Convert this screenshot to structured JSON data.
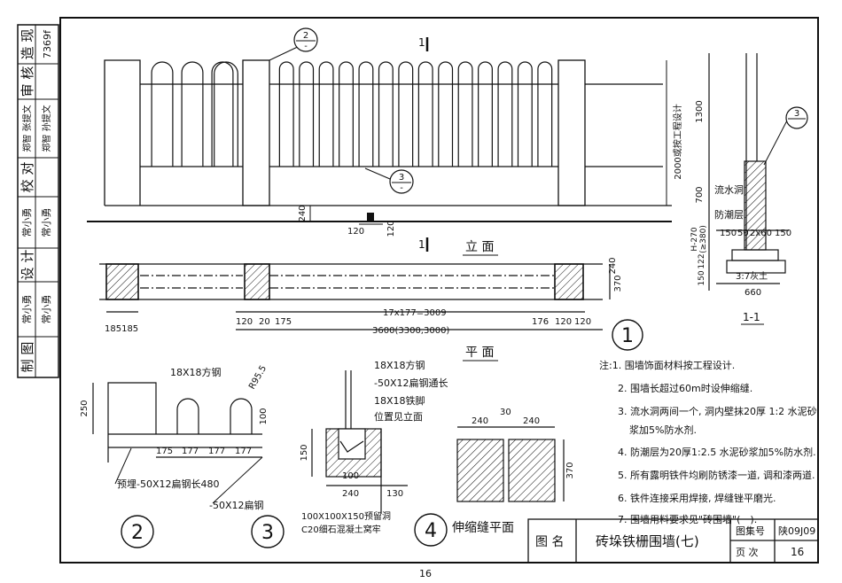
{
  "sidebar": [
    {
      "role": "造 现",
      "sig": "7369f"
    },
    {
      "role": "审 核",
      "sig": ""
    },
    {
      "role": "郑智 张提文",
      "sig": "郑智 孙提文"
    },
    {
      "role": "校 对",
      "sig": ""
    },
    {
      "role": "常小勇",
      "sig": "常小勇"
    },
    {
      "role": "设 计",
      "sig": ""
    },
    {
      "role": "常小勇",
      "sig": "常小勇"
    },
    {
      "role": "制 图",
      "sig": ""
    }
  ],
  "elevation": {
    "title": "立 面",
    "callout_2": "2",
    "callout_3": "3",
    "callout_dash": "-",
    "section_mark": "1",
    "note_vertical": "2000或按工程设计",
    "dim_240": "240",
    "dim_120a": "120",
    "dim_120b": "120"
  },
  "plan": {
    "title": "平 面",
    "dim_240": "240",
    "dim_370": "370",
    "dim_185": "185185",
    "dim_120a": "120",
    "dim_20": "20",
    "dim_175": "175",
    "dim_spacing": "17x177=3009",
    "dim_176": "176",
    "dim_120b": "120",
    "dim_120c": "120",
    "dim_total": "3600(3300,3000)",
    "sheet_number": "1"
  },
  "section": {
    "label": "1-1",
    "dim_1300": "1300",
    "dim_700": "700",
    "flow_hole": "流水洞",
    "damp_layer": "防潮层",
    "dim_h270": "H-270",
    "dim_380": "(≥380)",
    "dim_150a": "150",
    "dim_50": "50",
    "dim_2x60": "2x60",
    "dim_150b": "150",
    "dim_122": "122",
    "dim_150c": "150",
    "lime_soil": "3:7灰土",
    "dim_660": "660",
    "callout_3": "3"
  },
  "detail2": {
    "number": "2",
    "steel": "18X18方钢",
    "radius": "R95.5",
    "dim_250": "250",
    "dim_100": "100",
    "dims": [
      "175",
      "177",
      "177",
      "177"
    ],
    "embed": "预埋-50X12扁钢长480",
    "flat_steel": "-50X12扁钢"
  },
  "detail3": {
    "number": "3",
    "l1": "18X18方钢",
    "l2": "-50X12扁钢通长",
    "l3": "18X18铁脚",
    "l4": "位置见立面",
    "dim_150": "150",
    "dim_100": "100",
    "dim_240": "240",
    "dim_130": "130",
    "hole": "100X100X150预留洞",
    "concrete": "C20细石混凝土窝牢"
  },
  "detail4": {
    "number": "4",
    "title": "伸缩缝平面",
    "dim_240a": "240",
    "dim_30": "30",
    "dim_240b": "240",
    "dim_370": "370"
  },
  "notes": [
    "注:1. 围墙饰面材料按工程设计.",
    "2. 围墙长超过60m时设伸缩缝.",
    "3. 流水洞两间一个, 洞内壁抹20厚 1:2 水泥砂",
    "浆加5%防水剂.",
    "4. 防潮层为20厚1:2.5 水泥砂浆加5%防水剂.",
    "5. 所有露明铁件均刷防锈漆一道, 调和漆两道.",
    "6. 铁件连接采用焊接, 焊缝锉平磨光.",
    "7. 围墙用料要求见\"砖围墙\"(一)."
  ],
  "titleblock": {
    "label_tuming": "图 名",
    "drawing_name": "砖垛铁栅围墙(七)",
    "label_atlas": "图集号",
    "atlas_no": "陕09J09",
    "label_page": "页 次",
    "page": "16"
  },
  "page_number": "16"
}
